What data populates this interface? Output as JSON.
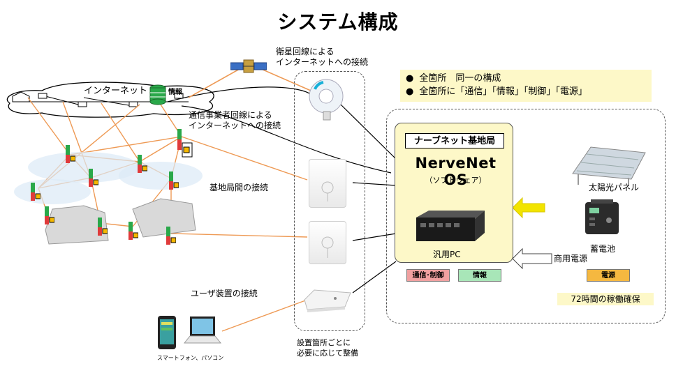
{
  "title": "システム構成",
  "notes": [
    "全箇所　同一の構成",
    "全箇所に「通信」「情報」「制御」「電源」"
  ],
  "labels": {
    "satellite": "衛星回線による\nインターネットへの接続",
    "internet": "インターネット",
    "info": "情報",
    "carrier": "通信事業者回線による\nインターネットへの接続",
    "inter_station": "基地局間の接続",
    "user_device": "ユーザ装置の接続",
    "devices_note": "設置箇所ごとに\n必要に応じて整備",
    "smartphone_pc": "スマートフォン、パソコン"
  },
  "base_station": {
    "title": "ナーブネット基地局",
    "os_name": "NerveNet OS",
    "os_sub": "（ソフトウェア）",
    "pc_label": "汎用PC"
  },
  "tags": [
    {
      "label": "通信･制御",
      "color": "#f0a0a0"
    },
    {
      "label": "情報",
      "color": "#a8e6b8"
    },
    {
      "label": "電源",
      "color": "#f5b840"
    }
  ],
  "power": {
    "solar": "太陽光パネル",
    "battery": "蓄電池",
    "commercial": "商用電源",
    "runtime": "72時間の稼働確保"
  },
  "colors": {
    "link_orange": "#ee9a55",
    "note_bg": "#fdf8c8",
    "arrow_yellow": "#f2e400"
  },
  "icons": [
    "satellite-icon",
    "dish-antenna-icon",
    "wireless-bridge-icon",
    "access-point-icon",
    "server-database-icon",
    "generic-pc-icon",
    "solar-panel-icon",
    "battery-icon",
    "smartphone-icon",
    "laptop-icon"
  ]
}
